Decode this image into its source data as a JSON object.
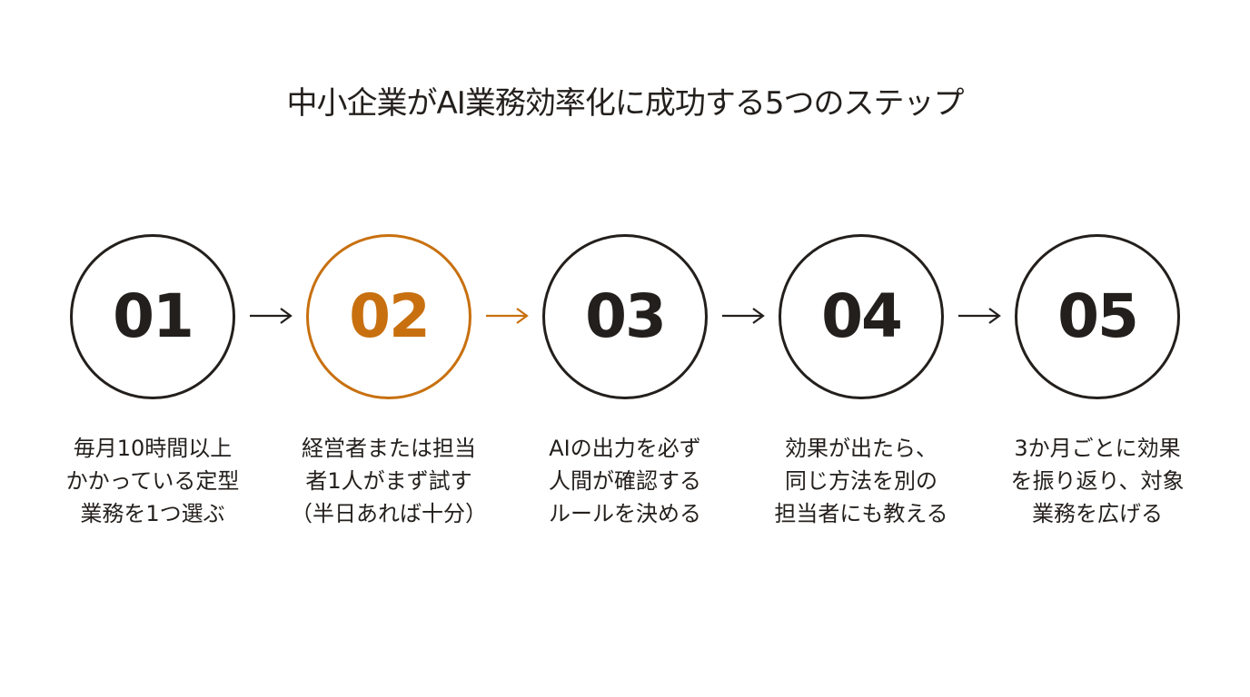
{
  "title": "中小企業がAI業務効率化に成功する5つのステップ",
  "colors": {
    "text": "#231f1c",
    "accent": "#c8700f",
    "background": "#ffffff"
  },
  "steps": [
    {
      "number": "01",
      "description": "毎月10時間以上\nかかっている定型\n業務を1つ選ぶ",
      "highlighted": false
    },
    {
      "number": "02",
      "description": "経営者または担当\n者1人がまず試す\n（半日あれば十分）",
      "highlighted": true
    },
    {
      "number": "03",
      "description": "AIの出力を必ず\n人間が確認する\nルールを決める",
      "highlighted": false
    },
    {
      "number": "04",
      "description": "効果が出たら、\n同じ方法を別の\n担当者にも教える",
      "highlighted": false
    },
    {
      "number": "05",
      "description": "3か月ごとに効果\nを振り返り、対象\n業務を広げる",
      "highlighted": false
    }
  ],
  "arrows": [
    {
      "from": "01",
      "to": "02",
      "color": "#231f1c"
    },
    {
      "from": "02",
      "to": "03",
      "color": "#c8700f"
    },
    {
      "from": "03",
      "to": "04",
      "color": "#231f1c"
    },
    {
      "from": "04",
      "to": "05",
      "color": "#231f1c"
    }
  ]
}
